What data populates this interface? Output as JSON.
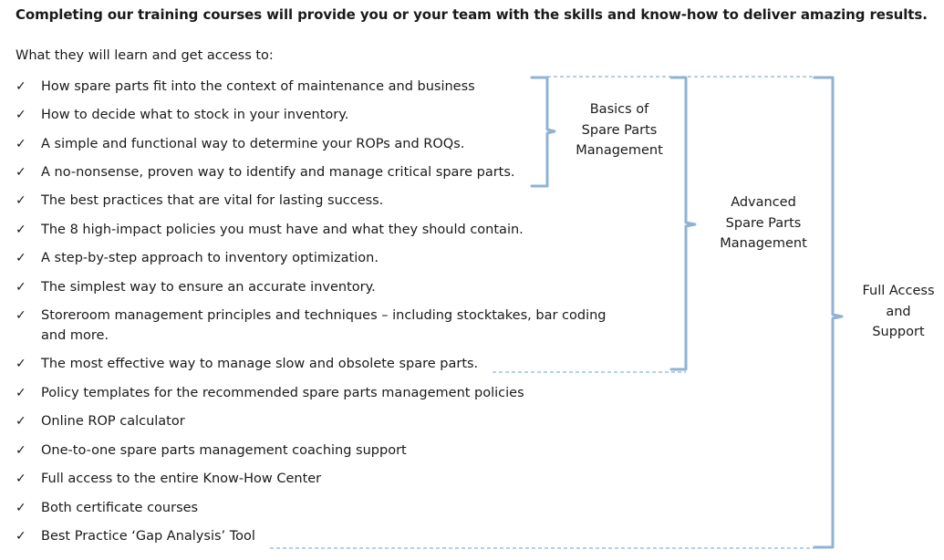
{
  "heading": "Completing our training courses will provide you or your team with the skills and know-how to deliver amazing results.",
  "intro": "What they will learn and get access to:",
  "check_glyph": "✓",
  "items": [
    {
      "text": "How spare parts fit into the context of maintenance and business"
    },
    {
      "text": "How to decide what to stock in your inventory."
    },
    {
      "text": "A simple and functional way to determine your ROPs and ROQs."
    },
    {
      "text": "A no-nonsense, proven way to identify and manage critical spare parts."
    },
    {
      "text": "The best practices that are vital for lasting success."
    },
    {
      "text": "The 8 high-impact policies you must have and what they should contain."
    },
    {
      "text": "A step-by-step approach to inventory optimization."
    },
    {
      "text": "The simplest way to ensure an accurate inventory."
    },
    {
      "text": "Storeroom management principles and techniques – including stocktakes, bar coding",
      "continuation": "and more."
    },
    {
      "text": "The most effective way to manage slow and obsolete spare parts."
    },
    {
      "text": "Policy templates for the recommended spare parts management policies"
    },
    {
      "text": "Online ROP calculator"
    },
    {
      "text": "One-to-one spare parts management coaching support"
    },
    {
      "text": "Full access to the entire Know-How Center"
    },
    {
      "text": "Both certificate courses"
    },
    {
      "text": "Best Practice ‘Gap Analysis’ Tool"
    }
  ],
  "groups": {
    "basics": {
      "line1": "Basics of",
      "line2": "Spare Parts",
      "line3": "Management"
    },
    "advanced": {
      "line1": "Advanced",
      "line2": "Spare Parts",
      "line3": "Management"
    },
    "full": {
      "line1": "Full Access",
      "line2": "and",
      "line3": "Support"
    }
  },
  "colors": {
    "bracket": "#8fb3d4",
    "text": "#1a1a1a"
  }
}
